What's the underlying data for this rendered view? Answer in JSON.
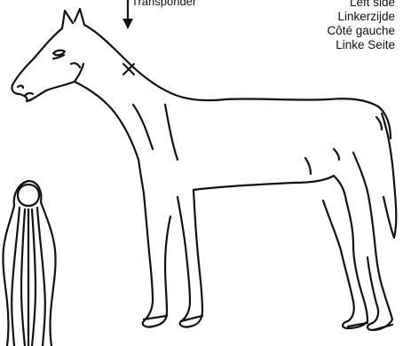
{
  "transponder_label": "Transponder",
  "side_labels": [
    "Left side",
    "Linkerzijde",
    "Côté gauche",
    "Linke Seite"
  ]
}
